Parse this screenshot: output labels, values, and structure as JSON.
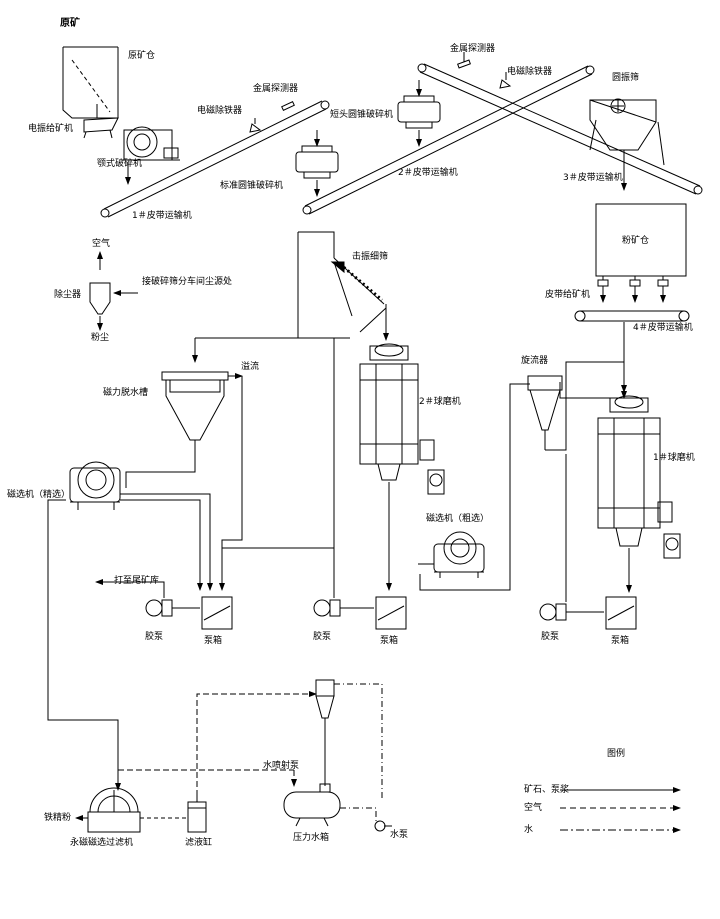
{
  "labels": {
    "raw_ore": "原矿",
    "raw_ore_bin": "原矿仓",
    "vib_feeder": "电振给矿机",
    "jaw_crusher": "颚式破碎机",
    "belt1": "1＃皮带运输机",
    "electro_iron_remover_1": "电磁除铁器",
    "metal_detector_1": "金属探测器",
    "std_cone_crusher": "标准圆锥破碎机",
    "short_head_crusher": "短头圆锥破碎机",
    "metal_detector_2": "金属探测器",
    "electro_iron_remover_2": "电磁除铁器",
    "belt2": "2＃皮带运输机",
    "circular_screen": "圆振筛",
    "belt3": "3＃皮带运输机",
    "fine_ore_bin": "粉矿仓",
    "belt_feeder": "皮带给矿机",
    "belt4": "4＃皮带运输机",
    "air": "空气",
    "dust_source": "接破碎筛分车间尘源处",
    "dust_collector": "除尘器",
    "dust": "粉尘",
    "impact_screen": "击振细筛",
    "overflow": "溢流",
    "mag_dewater": "磁力脱水槽",
    "mag_sep_fine": "磁选机（精选）",
    "ball_mill_2": "2＃球磨机",
    "cyclone": "旋流器",
    "ball_mill_1": "1＃球磨机",
    "mag_sep_rough": "磁选机（粗选）",
    "to_tailings": "打至尾矿库",
    "rubber_pump_1": "胶泵",
    "pump_box_1": "泵箱",
    "rubber_pump_2": "胶泵",
    "pump_box_2": "泵箱",
    "rubber_pump_3": "胶泵",
    "pump_box_3": "泵箱",
    "water_jet_pump": "水喷射泵",
    "iron_concentrate": "铁精粉",
    "perm_mag_filter": "永磁磁选过滤机",
    "filtrate_tank": "滤液缸",
    "pressure_tank": "压力水箱",
    "water_pump": "水泵"
  },
  "legend": {
    "title": "图例",
    "items": [
      {
        "label": "矿石、泵浆",
        "style": "solid"
      },
      {
        "label": "空气",
        "style": "dash"
      },
      {
        "label": "水",
        "style": "dashdot"
      }
    ]
  }
}
